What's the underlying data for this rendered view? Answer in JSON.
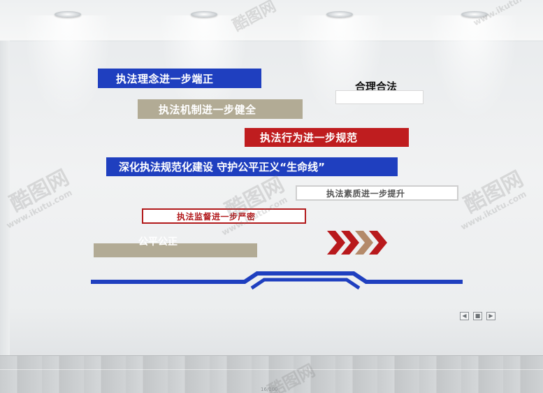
{
  "slogans": {
    "s1": "执法理念进一步端正",
    "s2": "执法机制进一步健全",
    "s3": "执法行为进一步规范",
    "s4": "深化执法规范化建设 守护公平正义“生命线”",
    "s5": "执法素质进一步提升",
    "s6": "执法监督进一步严密",
    "s7": "合理合法",
    "s8": "公平公正"
  },
  "watermark": {
    "brand": "酷图网",
    "url": "www.ikutu.com"
  },
  "page_number": "16/100",
  "colors": {
    "blue": "#1f3fbf",
    "red": "#bf1d1f",
    "tan": "#b2ab95",
    "arrow_red": "#b8191c",
    "arrow_tan": "#b48a6a"
  },
  "icons": {
    "nav_prev": "arrow-left-icon",
    "nav_stop": "stop-icon",
    "nav_next": "arrow-right-icon",
    "chevrons": "chevron-right-icon"
  }
}
